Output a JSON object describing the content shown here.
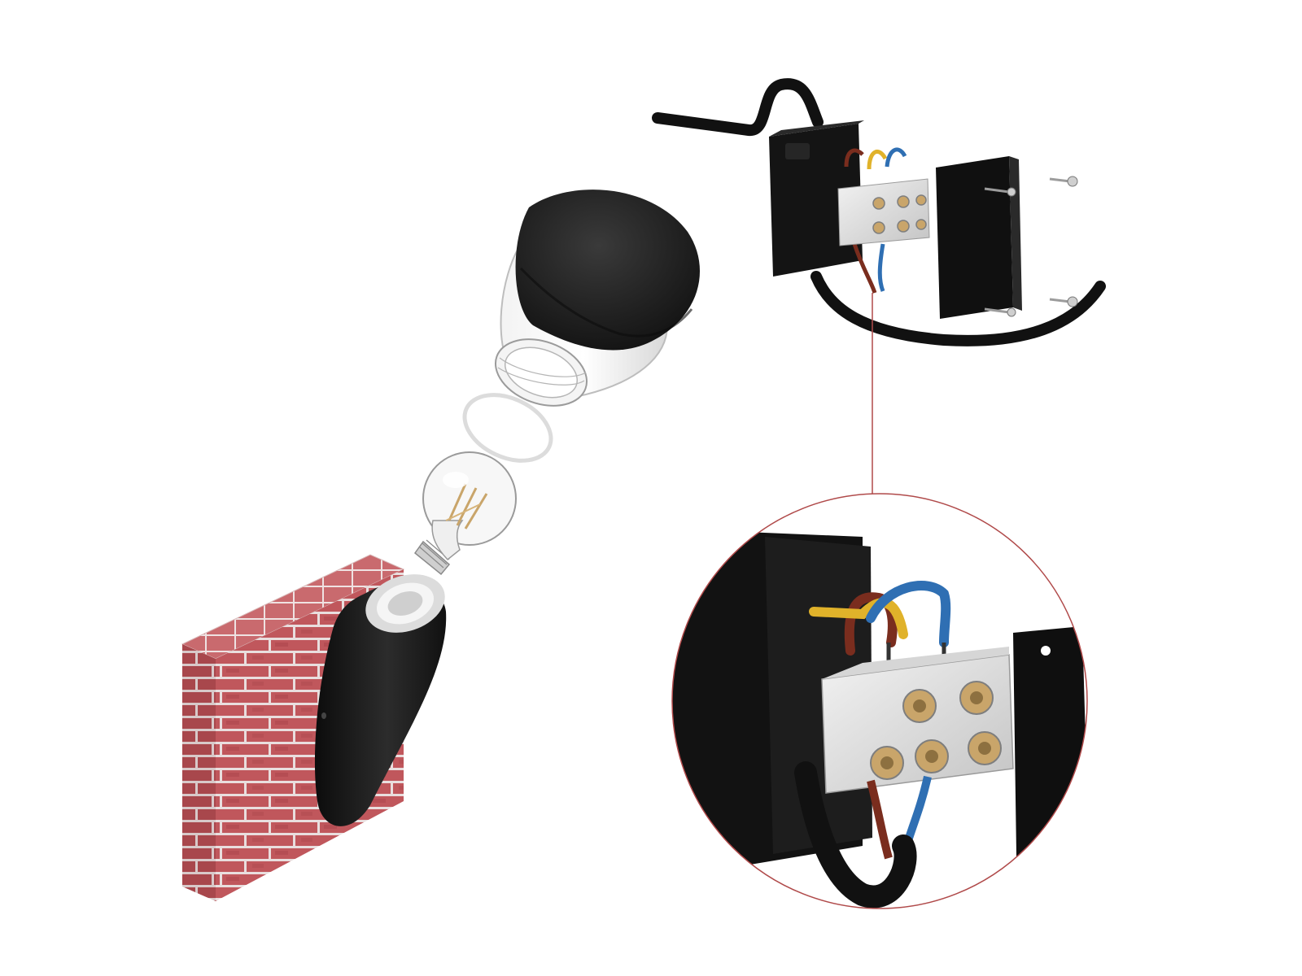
{
  "figure": {
    "kind": "exploded assembly and wiring illustration",
    "background": "#ffffff",
    "colors": {
      "brick": "#c0575c",
      "brick_dark": "#9e3f44",
      "mortar": "#e9dede",
      "housing": "#1b1b1b",
      "cable": "#111111",
      "terminal": "#e4e4e4",
      "terminal_shadow": "#b9b9b9",
      "brass": "#c9a56a",
      "wire_blue": "#2f6fb3",
      "wire_yellow": "#e0b22a",
      "wire_brown": "#7a2d1e",
      "callout": "#b04a4a"
    }
  },
  "parts": {
    "wall": "brick-wall",
    "lamp_body": "lamp-body",
    "bulb": "led-filament-bulb",
    "seal": "gasket-ring",
    "diffuser": "glass-diffuser-with-cap",
    "junction_box": "junction-box",
    "terminal_block": "terminal-block",
    "cover": "junction-box-cover",
    "screws": "mounting-screws",
    "detail": "wiring-detail-magnifier"
  }
}
